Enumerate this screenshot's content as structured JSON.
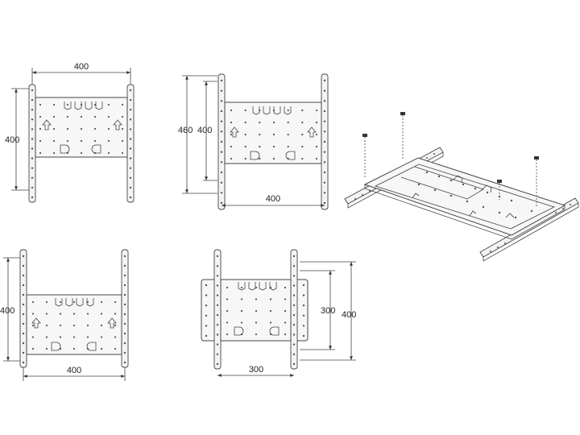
{
  "views": [
    {
      "id": "view-1",
      "width_label": "400",
      "height_label": "400"
    },
    {
      "id": "view-2",
      "width_label": "400",
      "height_label": "400",
      "outer_height_label": "460"
    },
    {
      "id": "view-4",
      "width_label": "400",
      "height_label": "400"
    },
    {
      "id": "view-5",
      "width_label": "300",
      "height_label": "300",
      "outer_height_label": "400"
    }
  ],
  "iso_view": {
    "screws": 4
  }
}
